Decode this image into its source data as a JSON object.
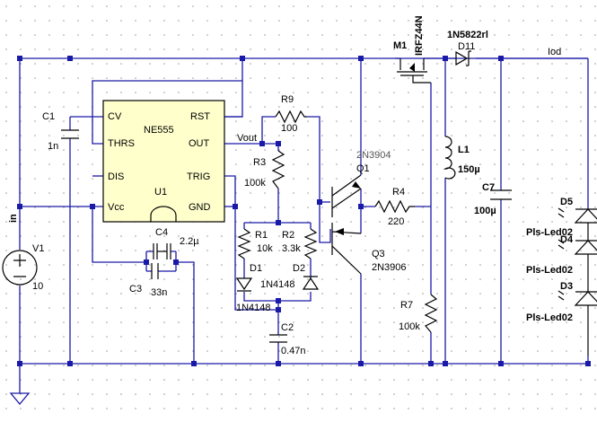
{
  "labels": {
    "c1_name": "C1",
    "c1_val": "1n",
    "u1_name": "U1",
    "u1_part": "NE555",
    "pin_cv": "CV",
    "pin_thrs": "THRS",
    "pin_dis": "DIS",
    "pin_vcc": "Vcc",
    "pin_rst": "RST",
    "pin_out": "OUT",
    "pin_trig": "TRIG",
    "pin_gnd": "GND",
    "net_vout": "Vout",
    "r9_name": "R9",
    "r9_val": "100",
    "r3_name": "R3",
    "r3_val": "100k",
    "r1_name": "R1",
    "r1_val": "10k",
    "r2_name": "R2",
    "r2_val": "3.3k",
    "d1_name": "D1",
    "d2_name": "D2",
    "d12_part_a": "1N4148",
    "d12_part_b": "1N4148",
    "c2_name": "C2",
    "c2_val": "0.47n",
    "c4_name": "C4",
    "c4_val": "2.2µ",
    "c3_name": "C3",
    "c3_val": "33n",
    "net_in": "in",
    "v1_name": "V1",
    "v1_val": "10",
    "q1_name": "Q1",
    "q1_part": "2N3904",
    "q3_name": "Q3",
    "q3_part": "2N3906",
    "r4_name": "R4",
    "r4_val": "220",
    "r7_name": "R7",
    "r7_val": "100k",
    "m1_name": "M1",
    "m1_part": "IRFZ44N",
    "d11_part": "1N5822rl",
    "d11_name": "D11",
    "l1_name": "L1",
    "l1_val": "150µ",
    "c7_name": "C7",
    "c7_val": "100µ",
    "net_iod": "Iod",
    "d5_name": "D5",
    "d4_name": "D4",
    "d3_name": "D3",
    "led_part_a": "Pls-Led02",
    "led_part_b": "Pls-Led02",
    "led_part_c": "Pls-Led02"
  },
  "colors": {
    "wire": "#1a1aa8",
    "component": "#000000",
    "ic_body": "#ffffcc",
    "grid_dot": "#9a9a9a"
  }
}
